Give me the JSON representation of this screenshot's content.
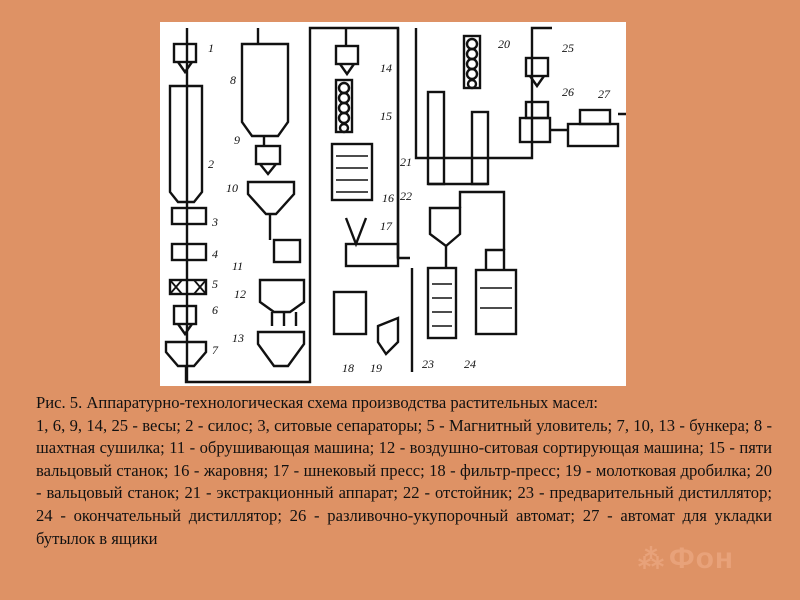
{
  "figure": {
    "callouts": [
      "1",
      "2",
      "3",
      "4",
      "5",
      "6",
      "7",
      "8",
      "9",
      "10",
      "11",
      "12",
      "13",
      "14",
      "15",
      "16",
      "17",
      "18",
      "19",
      "20",
      "21",
      "22",
      "23",
      "24",
      "25",
      "26",
      "27"
    ]
  },
  "caption": {
    "title": "Рис. 5. Аппаратурно-технологическая схема производства растительных масел:",
    "body": "1, 6, 9, 14, 25 - весы; 2 - силос; 3, ситовые сепараторы; 5 - Магнитный уловитель; 7, 10, 13 - бункера; 8 - шахтная сушилка; 11 - обрушивающая машина; 12 - воздушно-ситовая сортирующая машина; 15 - пяти вальцовый станок; 16 - жаровня; 17 - шнековый пресс; 18 - фильтр-пресс; 19 - молотковая дробилка; 20 - вальцовый станок; 21 - экстракционный аппарат; 22 - отстойник; 23 - предварительный дистиллятор; 24 - окончательный дистиллятор; 26 - разливочно-укупорочный автомат; 27 - автомат для укладки бутылок в ящики"
  },
  "watermark": {
    "glyph_icon": "logo-glyph",
    "text": "Фон"
  },
  "colors": {
    "background": "#DE9265",
    "figure_bg": "#FFFFFF",
    "ink": "#111111",
    "watermark": "#E8A27A"
  }
}
